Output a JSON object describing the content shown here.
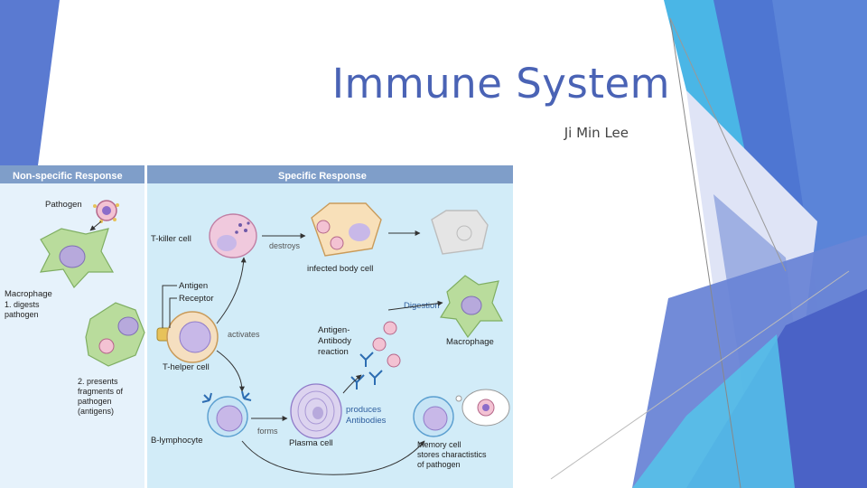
{
  "slide": {
    "title": "Immune System",
    "subtitle": "Ji Min Lee"
  },
  "diagram": {
    "left_panel_header": "Non-specific Response",
    "right_panel_header": "Specific Response",
    "labels": {
      "pathogen": "Pathogen",
      "macrophage_left": "Macrophage",
      "digest_1": "1. digests",
      "digest_2": "pathogen",
      "present_1": "2. presents",
      "present_2": "fragments of",
      "present_3": "pathogen",
      "present_4": "(antigens)",
      "t_killer": "T-killer cell",
      "destroys": "destroys",
      "infected": "infected body cell",
      "antigen": "Antigen",
      "receptor": "Receptor",
      "activates": "activates",
      "t_helper": "T-helper cell",
      "digestion": "Digestion",
      "macrophage_right": "Macrophage",
      "aar_1": "Antigen-",
      "aar_2": "Antibody",
      "aar_3": "reaction",
      "b_lymph": "B-lymphocyte",
      "forms": "forms",
      "plasma": "Plasma cell",
      "produces_1": "produces",
      "produces_2": "Antibodies",
      "memory_1": "Memory cell",
      "memory_2": "stores charactistics",
      "memory_3": "of pathogen"
    }
  },
  "colors": {
    "title": "#4a63b5",
    "accent_blue": "#4e6fc9",
    "accent_cyan": "#4ab6e6",
    "accent_lavender": "#aab4e6",
    "panel_left": "#e6f2fb",
    "panel_right": "#d2ecf8",
    "header_bar": "#7f9ec9",
    "macrophage": "#b9dc9c",
    "nucleus": "#b7a9dc",
    "antigen": "#e7c25a"
  }
}
